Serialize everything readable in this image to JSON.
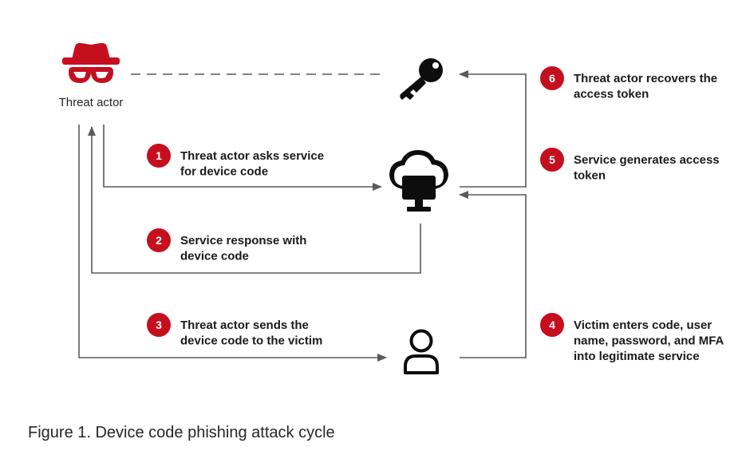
{
  "diagram": {
    "actor_label": "Threat actor",
    "caption": "Figure 1. Device code phishing attack cycle",
    "icons": [
      "spy-icon",
      "key-icon",
      "cloud-computer-icon",
      "user-icon"
    ],
    "colors": {
      "accent_red": "#c50f1f",
      "icon_black": "#0d0d0d",
      "line_gray": "#5a5a5a"
    },
    "steps": [
      {
        "number": "1",
        "lines": [
          "Threat actor asks service",
          "for device code"
        ]
      },
      {
        "number": "2",
        "lines": [
          "Service response with",
          "device code"
        ]
      },
      {
        "number": "3",
        "lines": [
          "Threat actor sends the",
          "device code to the victim"
        ]
      },
      {
        "number": "4",
        "lines": [
          "Victim enters code, user",
          "name, password, and MFA",
          "into legitimate service"
        ]
      },
      {
        "number": "5",
        "lines": [
          "Service generates access",
          "token"
        ]
      },
      {
        "number": "6",
        "lines": [
          "Threat actor recovers the",
          "access token"
        ]
      }
    ]
  }
}
